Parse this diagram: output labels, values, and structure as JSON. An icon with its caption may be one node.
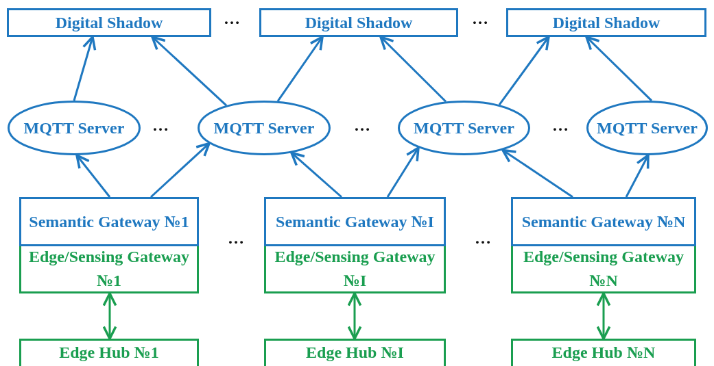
{
  "diagram": {
    "nodes": [
      {
        "text": [
          "Digital Shadow"
        ]
      },
      {
        "text": [
          "Digital Shadow"
        ]
      },
      {
        "text": [
          "Digital Shadow"
        ]
      },
      {
        "text": [
          "MQTT Server"
        ]
      },
      {
        "text": [
          "MQTT Server"
        ]
      },
      {
        "text": [
          "MQTT Server"
        ]
      },
      {
        "text": [
          "MQTT Server"
        ]
      },
      {
        "text": [
          "Semantic Gateway №1"
        ]
      },
      {
        "text": [
          "Edge/Sensing Gateway №1"
        ]
      },
      {
        "text": [
          "Semantic Gateway №I"
        ]
      },
      {
        "text": [
          "Edge/Sensing Gateway №I"
        ]
      },
      {
        "text": [
          "Semantic Gateway №N"
        ]
      },
      {
        "text": [
          "Edge/Sensing Gateway №N"
        ]
      },
      {
        "text": [
          "Edge Hub №1"
        ]
      },
      {
        "text": [
          "Edge Hub №I"
        ]
      },
      {
        "text": [
          "Edge Hub №N"
        ]
      }
    ],
    "edges": [
      {
        "from": 3,
        "to": 0,
        "arrow": "to"
      },
      {
        "from": 4,
        "to": 0,
        "arrow": "to"
      },
      {
        "from": 4,
        "to": 1,
        "arrow": "to"
      },
      {
        "from": 5,
        "to": 1,
        "arrow": "to"
      },
      {
        "from": 5,
        "to": 2,
        "arrow": "to"
      },
      {
        "from": 6,
        "to": 2,
        "arrow": "to"
      },
      {
        "from": 7,
        "to": 3,
        "arrow": "to"
      },
      {
        "from": 7,
        "to": 4,
        "arrow": "to"
      },
      {
        "from": 9,
        "to": 4,
        "arrow": "to"
      },
      {
        "from": 9,
        "to": 5,
        "arrow": "to"
      },
      {
        "from": 11,
        "to": 5,
        "arrow": "to"
      },
      {
        "from": 11,
        "to": 6,
        "arrow": "to"
      },
      {
        "from": 8,
        "to": 13,
        "arrow": "both",
        "color": "#1a9e50"
      },
      {
        "from": 10,
        "to": 14,
        "arrow": "both",
        "color": "#1a9e50"
      },
      {
        "from": 12,
        "to": 15,
        "arrow": "both",
        "color": "#1a9e50"
      }
    ],
    "labels": [
      "…",
      "…",
      "…",
      "…",
      "…",
      "…",
      "…"
    ]
  }
}
